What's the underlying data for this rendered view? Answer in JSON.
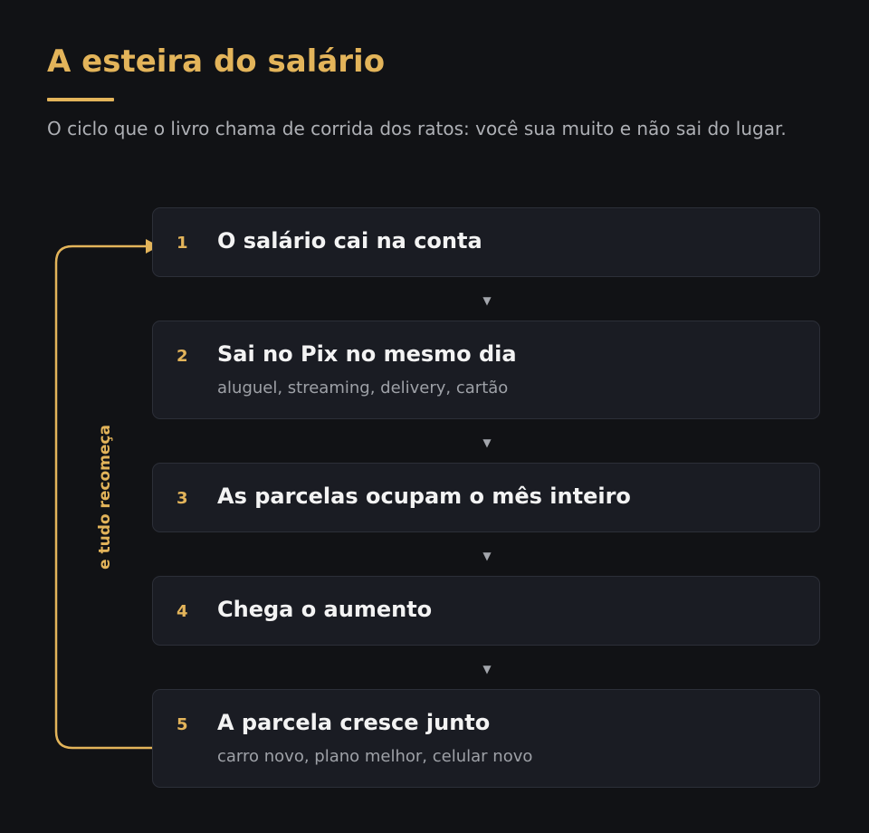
{
  "header": {
    "title": "A esteira do salário",
    "subtitle": "O ciclo que o livro chama de corrida dos ratos: você sua muito e não sai do lugar."
  },
  "loop": {
    "label": "e tudo recomeça"
  },
  "steps": [
    {
      "number": "1",
      "title": "O salário cai na conta",
      "detail": ""
    },
    {
      "number": "2",
      "title": "Sai no Pix no mesmo dia",
      "detail": "aluguel, streaming, delivery, cartão"
    },
    {
      "number": "3",
      "title": "As parcelas ocupam o mês inteiro",
      "detail": ""
    },
    {
      "number": "4",
      "title": "Chega o aumento",
      "detail": ""
    },
    {
      "number": "5",
      "title": "A parcela cresce junto",
      "detail": "carro novo, plano melhor, celular novo"
    }
  ],
  "connector_glyph": "▼",
  "colors": {
    "accent": "#e3b45a",
    "background": "#111215",
    "card": "#1a1c23",
    "card_border": "#2c2f38"
  }
}
